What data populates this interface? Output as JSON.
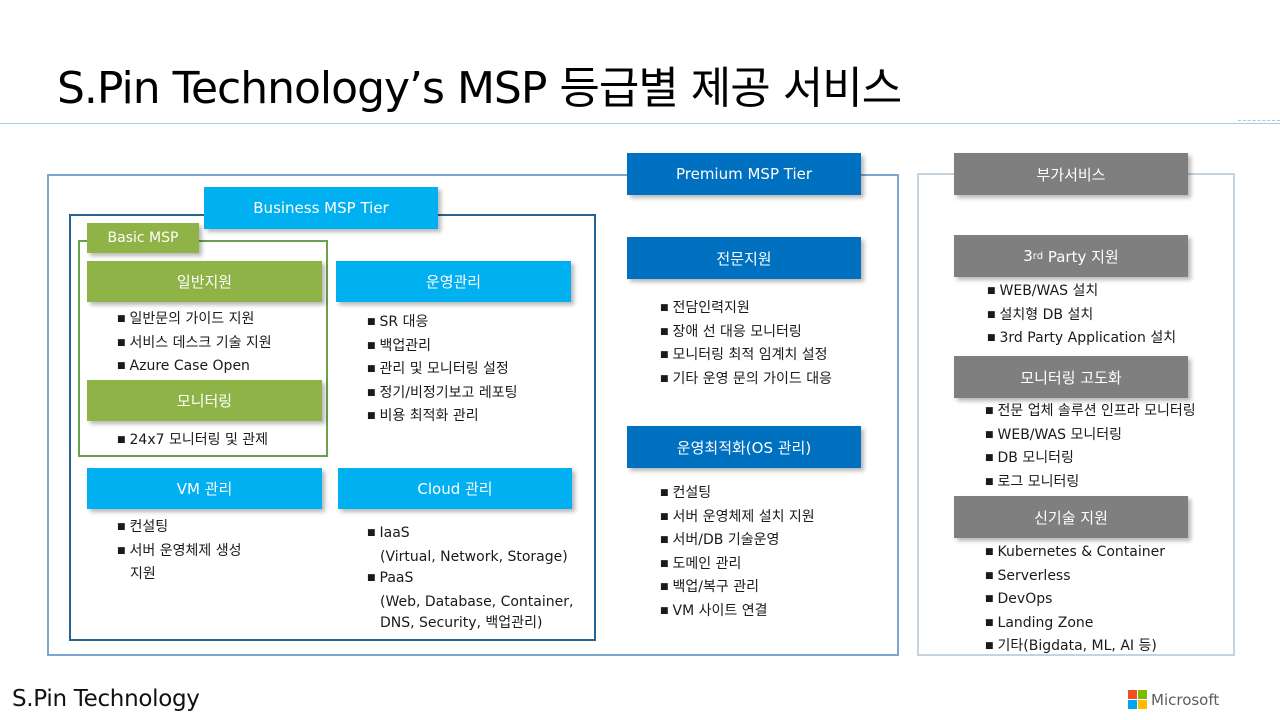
{
  "title": "S.Pin Technology’s MSP 등급별 제공 서비스",
  "tiers": {
    "premium": "Premium MSP Tier",
    "business": "Business MSP Tier",
    "basic": "Basic MSP",
    "addon": "부가서비스"
  },
  "sections": {
    "general_support": {
      "title": "일반지원",
      "items": [
        "일반문의 가이드 지원",
        "서비스 데스크 기술 지원",
        "Azure Case Open"
      ]
    },
    "monitoring": {
      "title": "모니터링",
      "items": [
        "24x7 모니터링 및 관제"
      ]
    },
    "operations": {
      "title": "운영관리",
      "items": [
        "SR 대응",
        "백업관리",
        "관리 및 모니터링 설정",
        "정기/비정기보고 레포팅",
        "비용 최적화 관리"
      ]
    },
    "vm": {
      "title": "VM 관리",
      "items": [
        "컨설팅",
        "서버 운영체제 생성",
        "지원"
      ]
    },
    "cloud": {
      "title": "Cloud 관리",
      "items": [
        "IaaS",
        "(Virtual, Network, Storage)",
        "PaaS",
        "(Web, Database, Container,",
        "DNS, Security, 백업관리)"
      ]
    },
    "expert": {
      "title": "전문지원",
      "items": [
        "전담인력지원",
        "장애 선 대응 모니터링",
        "모니터링 최적 임계치 설정",
        "기타 운영 문의 가이드 대응"
      ]
    },
    "ops_opt": {
      "title": "운영최적화(OS 관리)",
      "items": [
        "컨설팅",
        "서버 운영체제 설치 지원",
        "서버/DB 기술운영",
        "도메인 관리",
        "백업/복구 관리",
        "VM 사이트 연결"
      ]
    },
    "third_party": {
      "title_pre": "3",
      "title_sup": "rd",
      "title_post": " Party 지원",
      "items": [
        "WEB/WAS 설치",
        "설치형 DB 설치",
        "3rd Party Application 설치"
      ]
    },
    "adv_monitoring": {
      "title": "모니터링 고도화",
      "items": [
        "전문 업체 솔루션 인프라 모니터링",
        "WEB/WAS 모니터링",
        "DB 모니터링",
        "로그 모니터링"
      ]
    },
    "new_tech": {
      "title": "신기술 지원",
      "items": [
        "Kubernetes & Container",
        "Serverless",
        "DevOps",
        "Landing Zone",
        "기타(Bigdata, ML, AI 등)"
      ]
    }
  },
  "footer": {
    "company": "S.Pin Technology",
    "partner": "Microsoft"
  },
  "colors": {
    "cyan": "#00b0f0",
    "blue": "#0070c0",
    "green": "#8fb346",
    "gray": "#7f7f7f",
    "ms_red": "#f25022",
    "ms_green": "#7fba00",
    "ms_blue": "#00a4ef",
    "ms_yellow": "#ffb900"
  }
}
